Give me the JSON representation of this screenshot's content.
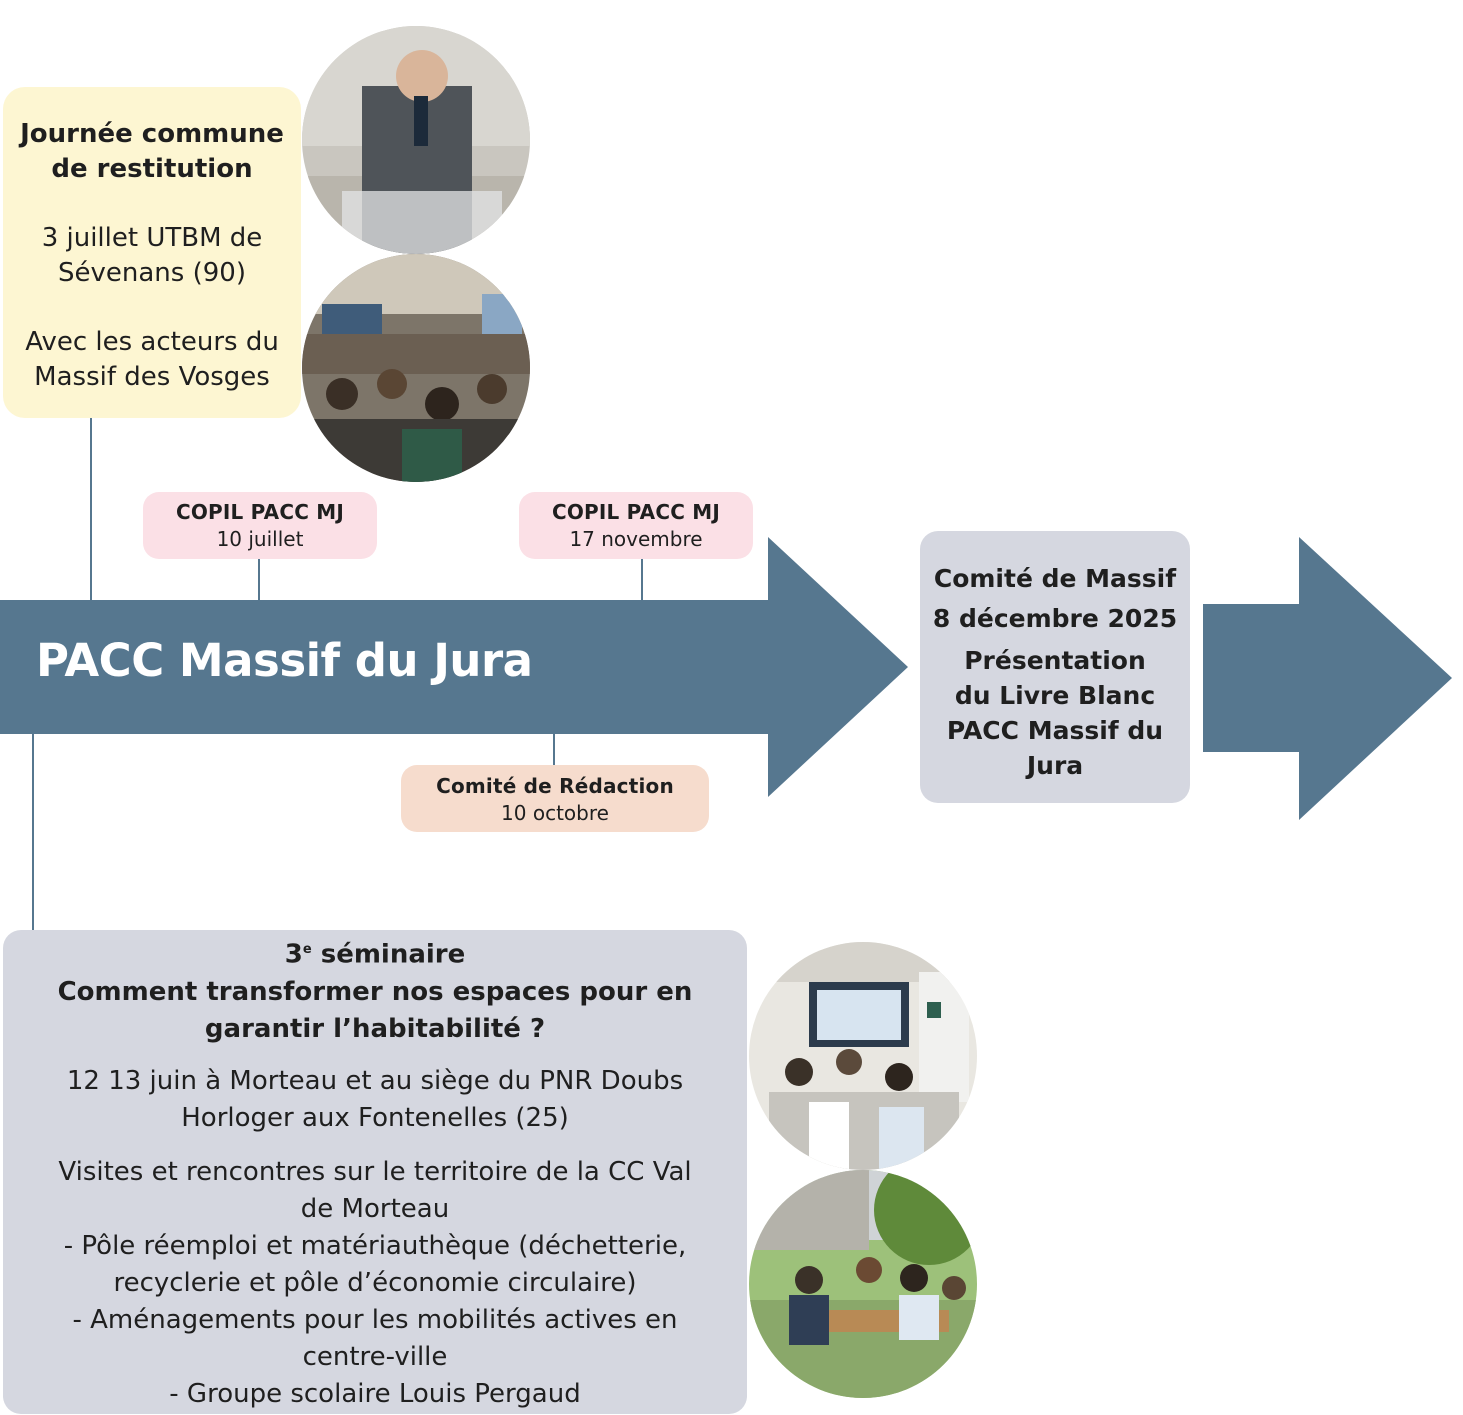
{
  "colors": {
    "arrow": "#56778f",
    "yellow_box": "#fdf6d2",
    "pink_box": "#fbe0e6",
    "peach_box": "#f6dccd",
    "grey_box": "#d5d7e0"
  },
  "main_arrow": {
    "label": "PACC Massif du Jura"
  },
  "restitution": {
    "title_line1": "Journée commune",
    "title_line2": "de restitution",
    "date_line1": "3 juillet UTBM de",
    "date_line2": "Sévenans (90)",
    "actors_line1": "Avec les acteurs du",
    "actors_line2": "Massif des Vosges"
  },
  "copil_juillet": {
    "title": "COPIL PACC MJ",
    "date": "10 juillet"
  },
  "copil_novembre": {
    "title": "COPIL PACC MJ",
    "date": "17 novembre"
  },
  "redaction": {
    "title": "Comité de Rédaction",
    "date": "10 octobre"
  },
  "comite_massif": {
    "line1": "Comité de Massif",
    "line2": "8 décembre 2025",
    "line3": "Présentation",
    "line4": "du Livre Blanc",
    "line5": "PACC Massif du",
    "line6": "Jura"
  },
  "seminaire": {
    "ordinal_number": "3",
    "ordinal_suffix": "e",
    "ordinal_word": "séminaire",
    "title_line1": "Comment transformer nos espaces pour en",
    "title_line2": "garantir l’habitabilité ?",
    "dates_line1": "12 13 juin à Morteau et au siège du PNR Doubs",
    "dates_line2": "Horloger aux Fontenelles (25)",
    "visits_line1": "Visites et rencontres sur le territoire de la CC Val",
    "visits_line2": "de Morteau",
    "item1_line1": "- Pôle réemploi et matériauthèque (déchetterie,",
    "item1_line2": "recyclerie et pôle d’économie circulaire)",
    "item2_line1": "- Aménagements pour les mobilités actives en",
    "item2_line2": "centre-ville",
    "item3": "- Groupe scolaire  Louis Pergaud"
  }
}
